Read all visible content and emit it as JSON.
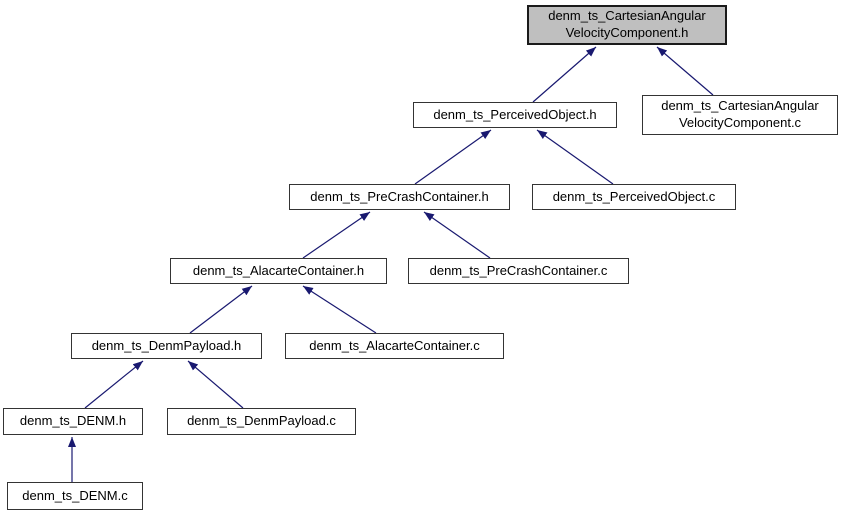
{
  "colors": {
    "background": "#ffffff",
    "node_fill": "#ffffff",
    "highlight_fill": "#bfbfbf",
    "node_border": "#343434",
    "edge": "#191970",
    "text": "#000000"
  },
  "nodes": [
    {
      "id": "cav_h",
      "label": "denm_ts_CartesianAngularVelocityComponent.h",
      "lines": [
        "denm_ts_CartesianAngular",
        "VelocityComponent.h"
      ],
      "highlighted": true
    },
    {
      "id": "po_h",
      "label": "denm_ts_PerceivedObject.h",
      "lines": [
        "denm_ts_PerceivedObject.h"
      ],
      "highlighted": false
    },
    {
      "id": "cav_c",
      "label": "denm_ts_CartesianAngularVelocityComponent.c",
      "lines": [
        "denm_ts_CartesianAngular",
        "VelocityComponent.c"
      ],
      "highlighted": false
    },
    {
      "id": "pcc_h",
      "label": "denm_ts_PreCrashContainer.h",
      "lines": [
        "denm_ts_PreCrashContainer.h"
      ],
      "highlighted": false
    },
    {
      "id": "po_c",
      "label": "denm_ts_PerceivedObject.c",
      "lines": [
        "denm_ts_PerceivedObject.c"
      ],
      "highlighted": false
    },
    {
      "id": "ac_h",
      "label": "denm_ts_AlacarteContainer.h",
      "lines": [
        "denm_ts_AlacarteContainer.h"
      ],
      "highlighted": false
    },
    {
      "id": "pcc_c",
      "label": "denm_ts_PreCrashContainer.c",
      "lines": [
        "denm_ts_PreCrashContainer.c"
      ],
      "highlighted": false
    },
    {
      "id": "dp_h",
      "label": "denm_ts_DenmPayload.h",
      "lines": [
        "denm_ts_DenmPayload.h"
      ],
      "highlighted": false
    },
    {
      "id": "ac_c",
      "label": "denm_ts_AlacarteContainer.c",
      "lines": [
        "denm_ts_AlacarteContainer.c"
      ],
      "highlighted": false
    },
    {
      "id": "denm_h",
      "label": "denm_ts_DENM.h",
      "lines": [
        "denm_ts_DENM.h"
      ],
      "highlighted": false
    },
    {
      "id": "dp_c",
      "label": "denm_ts_DenmPayload.c",
      "lines": [
        "denm_ts_DenmPayload.c"
      ],
      "highlighted": false
    },
    {
      "id": "denm_c",
      "label": "denm_ts_DENM.c",
      "lines": [
        "denm_ts_DENM.c"
      ],
      "highlighted": false
    }
  ],
  "edges": [
    {
      "from": "po_h",
      "to": "cav_h"
    },
    {
      "from": "cav_c",
      "to": "cav_h"
    },
    {
      "from": "pcc_h",
      "to": "po_h"
    },
    {
      "from": "po_c",
      "to": "po_h"
    },
    {
      "from": "ac_h",
      "to": "pcc_h"
    },
    {
      "from": "pcc_c",
      "to": "pcc_h"
    },
    {
      "from": "dp_h",
      "to": "ac_h"
    },
    {
      "from": "ac_c",
      "to": "ac_h"
    },
    {
      "from": "denm_h",
      "to": "dp_h"
    },
    {
      "from": "dp_c",
      "to": "dp_h"
    },
    {
      "from": "denm_c",
      "to": "denm_h"
    }
  ]
}
